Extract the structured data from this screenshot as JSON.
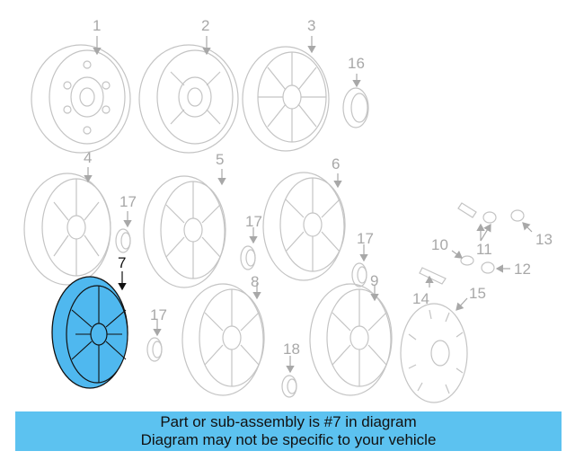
{
  "diagram": {
    "callouts": [
      "1",
      "2",
      "3",
      "4",
      "5",
      "6",
      "7",
      "8",
      "9",
      "10",
      "11",
      "12",
      "13",
      "14",
      "15",
      "16",
      "17",
      "17",
      "17",
      "17",
      "18"
    ],
    "highlight_color": "#4fb8ef"
  },
  "banner": {
    "line1": "Part or sub-assembly is #7 in diagram",
    "line2": "Diagram may not be specific to your vehicle",
    "color": "#5cc2f0"
  }
}
